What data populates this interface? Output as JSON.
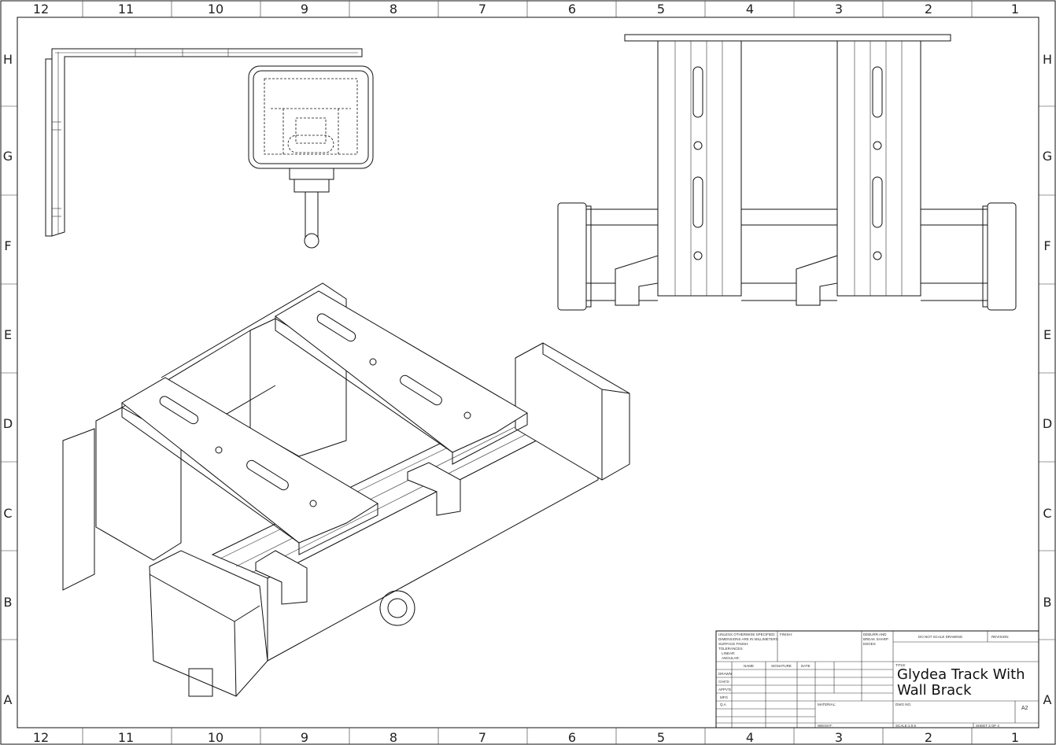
{
  "sheet": {
    "columns": [
      "12",
      "11",
      "10",
      "9",
      "8",
      "7",
      "6",
      "5",
      "4",
      "3",
      "2",
      "1"
    ],
    "rows": [
      "H",
      "G",
      "F",
      "E",
      "D",
      "C",
      "B",
      "A"
    ]
  },
  "title_block": {
    "notes": [
      "UNLESS OTHERWISE SPECIFIED:",
      "DIMENSIONS ARE IN MILLIMETERS",
      "SURFACE FINISH:",
      "TOLERANCES:",
      "LINEAR:",
      "ANGULAR:"
    ],
    "finish_label": "FINISH:",
    "deburr": [
      "DEBURR AND",
      "BREAK SHARP",
      "EDGES"
    ],
    "do_not_scale": "DO NOT SCALE DRAWING",
    "revision_label": "REVISION",
    "headers": [
      "NAME",
      "SIGNATURE",
      "DATE"
    ],
    "roles": [
      "DRAWN",
      "CHK'D",
      "APPV'D",
      "MFG",
      "Q.A"
    ],
    "title_label": "TITLE:",
    "material_label": "MATERIAL:",
    "dwg_no_label": "DWG NO.",
    "drawing_title": "Glydea Track With Wall Brack",
    "size": "A2",
    "weight_label": "WEIGHT:",
    "scale": "SCALE:1:0.5",
    "sheet": "SHEET 3 OF 4"
  }
}
